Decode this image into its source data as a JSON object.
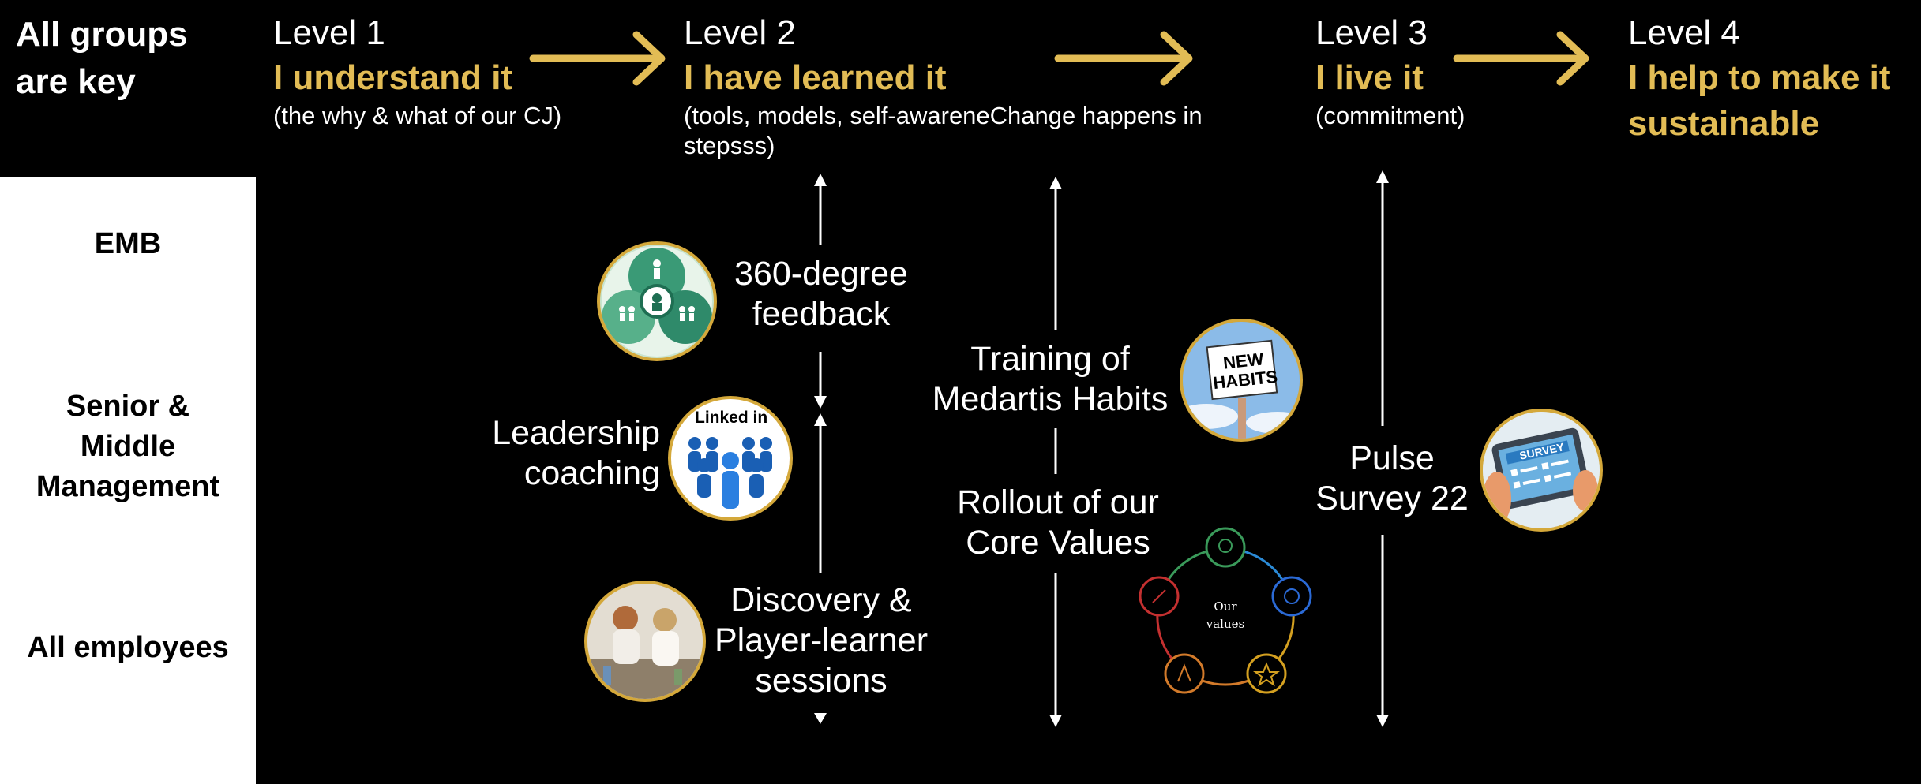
{
  "corner_title": [
    "All groups",
    "are key"
  ],
  "levels": [
    {
      "num": "Level 1",
      "title": "I understand it",
      "desc": "(the why & what of our CJ)"
    },
    {
      "num": "Level 2",
      "title": "I have learned it",
      "desc": [
        "(tools, models, self-awareneChange happens in",
        "stepsss)"
      ]
    },
    {
      "num": "Level 3",
      "title": "I live it",
      "desc": "(commitment)"
    },
    {
      "num": "Level 4",
      "title": [
        "I help to make it",
        "sustainable"
      ]
    }
  ],
  "rows": {
    "emb": "EMB",
    "senior": [
      "Senior &",
      "Middle",
      "Management"
    ],
    "all": "All employees"
  },
  "items": {
    "feedback": [
      "360-degree",
      "feedback"
    ],
    "coaching": [
      "Leadership",
      "coaching"
    ],
    "discovery": [
      "Discovery &",
      "Player-learner",
      "sessions"
    ],
    "habits": [
      "Training of",
      "Medartis Habits"
    ],
    "values": [
      "Rollout of our",
      "Core Values"
    ],
    "pulse": [
      "Pulse",
      "Survey 22"
    ]
  },
  "icons": {
    "linkedin_logo": "Linked in",
    "new_habits_sign": [
      "NEW",
      "HABITS"
    ],
    "survey_tablet": "SURVEY",
    "values_center": [
      "Our",
      "values"
    ]
  },
  "colors": {
    "gold": "#e2bc55",
    "border_gold": "#d4a83a",
    "background": "#000000"
  }
}
